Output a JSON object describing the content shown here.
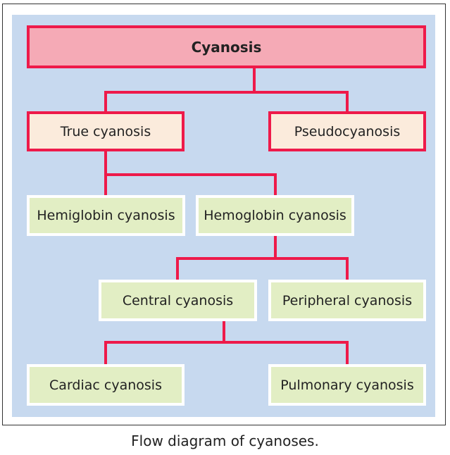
{
  "diagram": {
    "root": "Cyanosis",
    "true_cyanosis": "True cyanosis",
    "pseudocyanosis": "Pseudocyanosis",
    "hemiglobin": "Hemiglobin cyanosis",
    "hemoglobin": "Hemoglobin cyanosis",
    "central": "Central cyanosis",
    "peripheral": "Peripheral cyanosis",
    "cardiac": "Cardiac cyanosis",
    "pulmonary": "Pulmonary cyanosis"
  },
  "caption": "Flow diagram of cyanoses.",
  "colors": {
    "line": "#ee1a4a",
    "root_fill": "#f5aab6",
    "level1_fill": "#fbebdc",
    "leaf_fill": "#e2eec4",
    "background": "#c7d9ef"
  }
}
